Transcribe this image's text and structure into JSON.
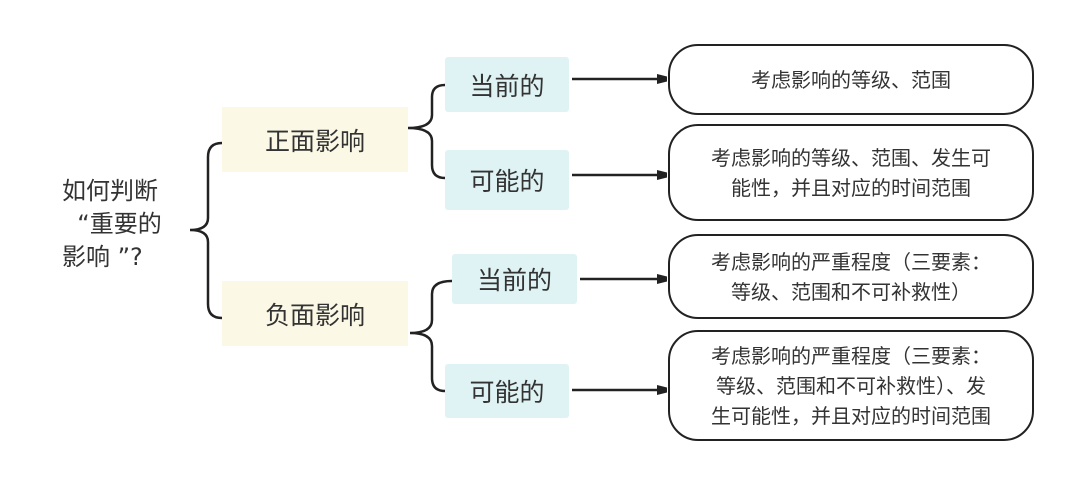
{
  "root": {
    "lines": [
      "如何判断",
      "  “重要的",
      "影响 ”?"
    ]
  },
  "branches": [
    {
      "label": "正面影响",
      "children": [
        {
          "label": "当前的",
          "detail": [
            "考虑影响的等级、范围"
          ]
        },
        {
          "label": "可能的",
          "detail": [
            "考虑影响的等级、范围、发生可",
            "能性，并且对应的时间范围"
          ]
        }
      ]
    },
    {
      "label": "负面影响",
      "children": [
        {
          "label": "当前的",
          "detail": [
            "考虑影响的严重程度（三要素：",
            "等级、范围和不可补救性）"
          ]
        },
        {
          "label": "可能的",
          "detail": [
            "考虑影响的严重程度（三要素：",
            "等级、范围和不可补救性）、发",
            "生可能性，并且对应的时间范围"
          ]
        }
      ]
    }
  ]
}
